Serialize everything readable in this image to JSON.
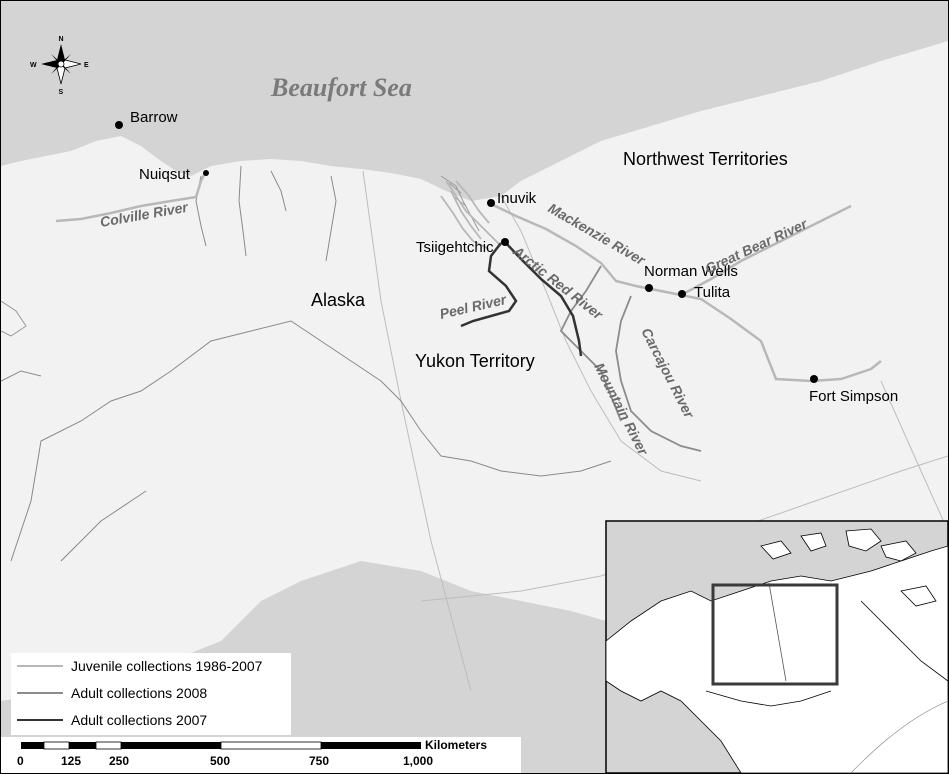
{
  "sea_label": "Beaufort Sea",
  "regions": {
    "northwest_territories": "Northwest Territories",
    "alaska": "Alaska",
    "yukon": "Yukon Territory"
  },
  "towns": {
    "barrow": "Barrow",
    "nuiqsut": "Nuiqsut",
    "inuvik": "Inuvik",
    "tsiigehtchic": "Tsiigehtchic",
    "norman_wells": "Norman Wells",
    "tulita": "Tulita",
    "fort_simpson": "Fort Simpson"
  },
  "rivers": {
    "colville": "Colville River",
    "mackenzie": "Mackenzie River",
    "great_bear": "Great Bear River",
    "arctic_red": "Arctic Red River",
    "peel": "Peel River",
    "carcajou": "Carcajou River",
    "mountain": "Mountain River"
  },
  "compass": {
    "n": "N",
    "s": "S",
    "e": "E",
    "w": "W"
  },
  "legend": {
    "items": [
      {
        "label": "Juvenile collections 1986-2007",
        "color": "#b8b8b8"
      },
      {
        "label": "Adult collections 2008",
        "color": "#8c8c8c"
      },
      {
        "label": "Adult collections 2007",
        "color": "#333333"
      }
    ]
  },
  "scale": {
    "unit": "Kilometers",
    "ticks": [
      "0",
      "125",
      "250",
      "500",
      "750",
      "1,000"
    ]
  },
  "colors": {
    "sea": "#d4d4d4",
    "land": "#f2f2f2",
    "juvenile": "#b8b8b8",
    "adult2008": "#8c8c8c",
    "adult2007": "#333333",
    "inset_box": "#3a3a3a"
  }
}
